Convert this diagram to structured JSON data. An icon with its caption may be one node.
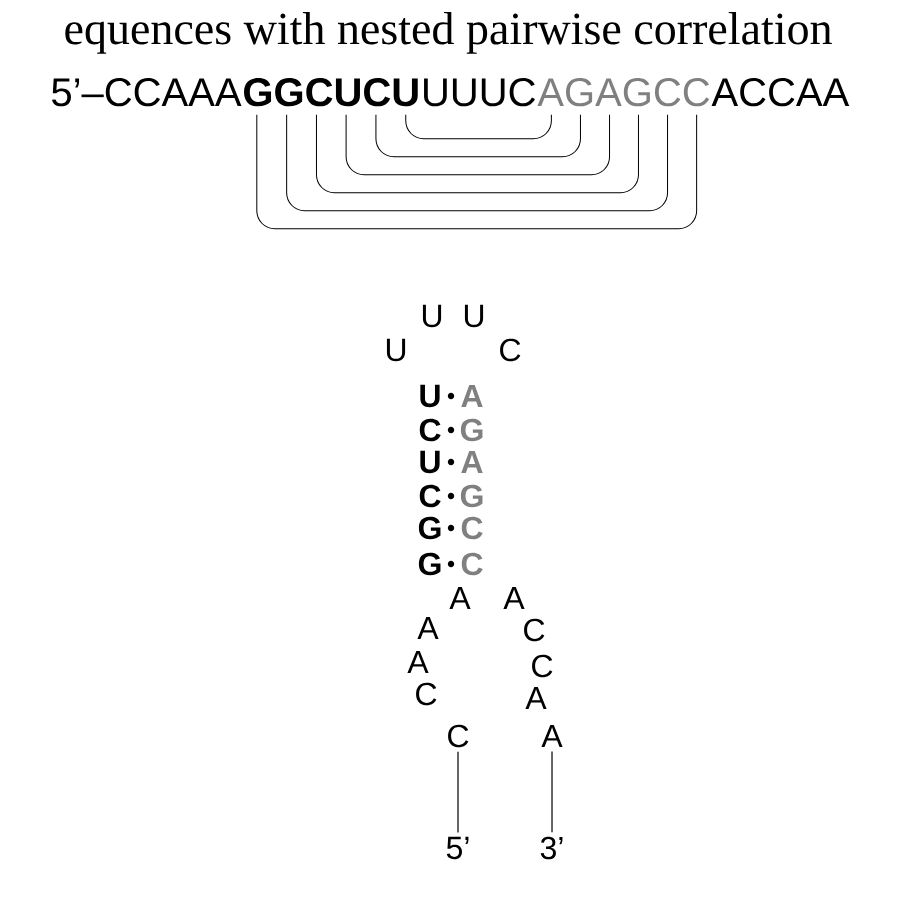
{
  "diagram": {
    "title": "equences with nested pairwise correlation",
    "nodes": [
      {
        "text": [
          "C"
        ]
      },
      {
        "text": [
          "5’"
        ]
      },
      {
        "text": [
          "A"
        ]
      },
      {
        "text": [
          "3’"
        ]
      }
    ],
    "edges": [
      {
        "from": 0,
        "to": 1,
        "arrow": "none"
      },
      {
        "from": 2,
        "to": 3,
        "arrow": "none"
      }
    ],
    "labels": [
      "5’–CCAAA",
      "GGCUCU",
      "UUUC",
      "AGAGCC",
      "ACCAA",
      "U",
      "U",
      "U",
      "C",
      "U",
      "A",
      "C",
      "G",
      "U",
      "A",
      "C",
      "G",
      "G",
      "C",
      "G",
      "C",
      "A",
      "A",
      "A",
      "C",
      "A",
      "C",
      "C",
      "A"
    ]
  }
}
